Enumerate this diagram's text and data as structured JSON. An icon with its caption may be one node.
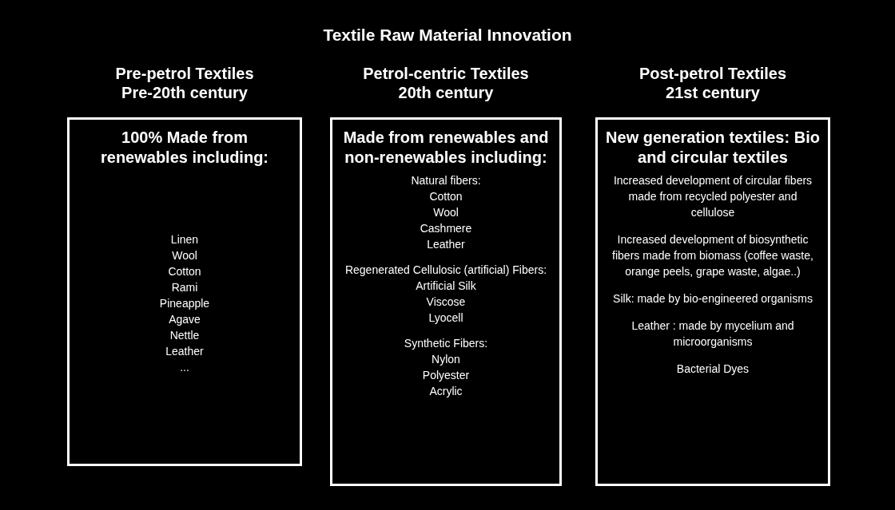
{
  "diagram": {
    "title": "Textile Raw Material Innovation",
    "nodes": [
      {
        "text": [
          "Pre-petrol Textiles",
          "Pre-20th century",
          "100% Made from renewables including:",
          "Linen",
          "Wool",
          "Cotton",
          "Rami",
          "Pineapple",
          "Agave",
          "Nettle",
          "Leather",
          "..."
        ]
      },
      {
        "text": [
          "Petrol-centric Textiles",
          "20th century",
          "Made from renewables and non-renewables including:",
          "Natural fibers:",
          "Cotton",
          "Wool",
          "Cashmere",
          "Leather",
          "Regenerated Cellulosic (artificial) Fibers:",
          "Artificial Silk",
          "Viscose",
          "Lyocell",
          "Synthetic Fibers:",
          "Nylon",
          "Polyester",
          "Acrylic"
        ]
      },
      {
        "text": [
          "Post-petrol Textiles",
          "21st century",
          "New generation textiles: Bio and circular textiles",
          "Increased development of circular fibers made from recycled polyester and cellulose",
          "Increased development of biosynthetic fibers made from biomass (coffee waste, orange peels, grape waste, algae..)",
          "Silk: made by bio-engineered organisms",
          "Leather : made by mycelium and microorganisms",
          "Bacterial Dyes"
        ]
      }
    ]
  }
}
